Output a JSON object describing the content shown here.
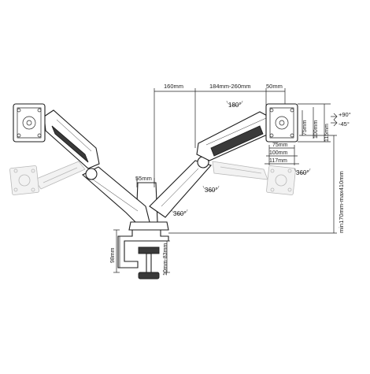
{
  "dimensions": {
    "arm_offset": "160mm",
    "arm_reach": "184mm-260mm",
    "plate_depth": "50mm",
    "vesa_75_h": "75mm",
    "vesa_100_h": "100mm",
    "plate_height": "115mm",
    "vesa_75_w": "75mm",
    "vesa_100_w": "100mm",
    "plate_width": "117mm",
    "pole_width": "55mm",
    "clamp_height": "98mm",
    "clamp_range": "10mm-83mm",
    "total_height": "min170mm-max410mm"
  },
  "rotations": {
    "screen": "180°",
    "arm_right": "360°",
    "base": "360°",
    "plate_right": "360°"
  },
  "tilt": {
    "up": "+90°",
    "down": "-45°"
  }
}
